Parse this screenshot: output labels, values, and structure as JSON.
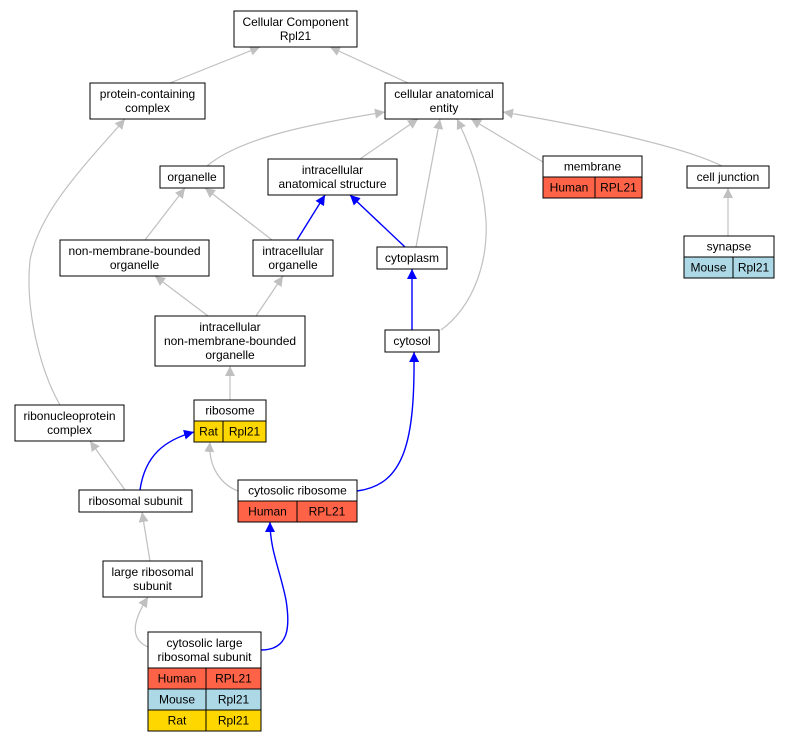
{
  "colors": {
    "human": "#ff6347",
    "mouse": "#add8e6",
    "rat": "#ffd700",
    "edge_gray": "#c0c0c0",
    "edge_blue": "#0000ff",
    "border": "#000000"
  },
  "nodes": {
    "cellular_component": {
      "lines": [
        "Cellular Component",
        "Rpl21"
      ]
    },
    "protein_containing_complex": {
      "lines": [
        "protein-containing",
        "complex"
      ]
    },
    "cellular_anatomical_entity": {
      "lines": [
        "cellular anatomical",
        "entity"
      ]
    },
    "organelle": {
      "lines": [
        "organelle"
      ]
    },
    "intracellular_anatomical_structure": {
      "lines": [
        "intracellular",
        "anatomical structure"
      ]
    },
    "membrane": {
      "lines": [
        "membrane"
      ],
      "rows": [
        [
          "Human",
          "RPL21"
        ]
      ]
    },
    "cell_junction": {
      "lines": [
        "cell junction"
      ]
    },
    "non_membrane_bounded_organelle": {
      "lines": [
        "non-membrane-bounded",
        "organelle"
      ]
    },
    "intracellular_organelle": {
      "lines": [
        "intracellular",
        "organelle"
      ]
    },
    "cytoplasm": {
      "lines": [
        "cytoplasm"
      ]
    },
    "synapse": {
      "lines": [
        "synapse"
      ],
      "rows": [
        [
          "Mouse",
          "Rpl21"
        ]
      ]
    },
    "intracellular_nmb_organelle": {
      "lines": [
        "intracellular",
        "non-membrane-bounded",
        "organelle"
      ]
    },
    "cytosol": {
      "lines": [
        "cytosol"
      ]
    },
    "ribonucleoprotein_complex": {
      "lines": [
        "ribonucleoprotein",
        "complex"
      ]
    },
    "ribosome": {
      "lines": [
        "ribosome"
      ],
      "rows": [
        [
          "Rat",
          "Rpl21"
        ]
      ]
    },
    "ribosomal_subunit": {
      "lines": [
        "ribosomal subunit"
      ]
    },
    "cytosolic_ribosome": {
      "lines": [
        "cytosolic ribosome"
      ],
      "rows": [
        [
          "Human",
          "RPL21"
        ]
      ]
    },
    "large_ribosomal_subunit": {
      "lines": [
        "large ribosomal",
        "subunit"
      ]
    },
    "cytosolic_large_ribosomal_subunit": {
      "lines": [
        "cytosolic large",
        "ribosomal subunit"
      ],
      "rows": [
        [
          "Human",
          "RPL21"
        ],
        [
          "Mouse",
          "Rpl21"
        ],
        [
          "Rat",
          "Rpl21"
        ]
      ]
    }
  },
  "edges": [
    {
      "from": "protein_containing_complex",
      "to": "cellular_component",
      "style": "gray"
    },
    {
      "from": "cellular_anatomical_entity",
      "to": "cellular_component",
      "style": "gray"
    },
    {
      "from": "organelle",
      "to": "cellular_anatomical_entity",
      "style": "gray"
    },
    {
      "from": "intracellular_anatomical_structure",
      "to": "cellular_anatomical_entity",
      "style": "gray"
    },
    {
      "from": "cytoplasm",
      "to": "cellular_anatomical_entity",
      "style": "gray"
    },
    {
      "from": "cytosol",
      "to": "cellular_anatomical_entity",
      "style": "gray"
    },
    {
      "from": "membrane",
      "to": "cellular_anatomical_entity",
      "style": "gray"
    },
    {
      "from": "cell_junction",
      "to": "cellular_anatomical_entity",
      "style": "gray"
    },
    {
      "from": "synapse",
      "to": "cell_junction",
      "style": "gray"
    },
    {
      "from": "non_membrane_bounded_organelle",
      "to": "organelle",
      "style": "gray"
    },
    {
      "from": "intracellular_organelle",
      "to": "organelle",
      "style": "gray"
    },
    {
      "from": "intracellular_organelle",
      "to": "intracellular_anatomical_structure",
      "style": "blue"
    },
    {
      "from": "cytoplasm",
      "to": "intracellular_anatomical_structure",
      "style": "blue"
    },
    {
      "from": "intracellular_nmb_organelle",
      "to": "non_membrane_bounded_organelle",
      "style": "gray"
    },
    {
      "from": "intracellular_nmb_organelle",
      "to": "intracellular_organelle",
      "style": "gray"
    },
    {
      "from": "cytosol",
      "to": "cytoplasm",
      "style": "blue"
    },
    {
      "from": "ribosome",
      "to": "intracellular_nmb_organelle",
      "style": "gray"
    },
    {
      "from": "ribonucleoprotein_complex",
      "to": "protein_containing_complex",
      "style": "gray"
    },
    {
      "from": "ribosomal_subunit",
      "to": "ribonucleoprotein_complex",
      "style": "gray"
    },
    {
      "from": "ribosomal_subunit",
      "to": "ribosome",
      "style": "blue"
    },
    {
      "from": "cytosolic_ribosome",
      "to": "ribosome",
      "style": "gray"
    },
    {
      "from": "cytosolic_ribosome",
      "to": "cytosol",
      "style": "blue"
    },
    {
      "from": "large_ribosomal_subunit",
      "to": "ribosomal_subunit",
      "style": "gray"
    },
    {
      "from": "cytosolic_large_ribosomal_subunit",
      "to": "large_ribosomal_subunit",
      "style": "gray"
    },
    {
      "from": "cytosolic_large_ribosomal_subunit",
      "to": "cytosolic_ribosome",
      "style": "blue"
    }
  ]
}
